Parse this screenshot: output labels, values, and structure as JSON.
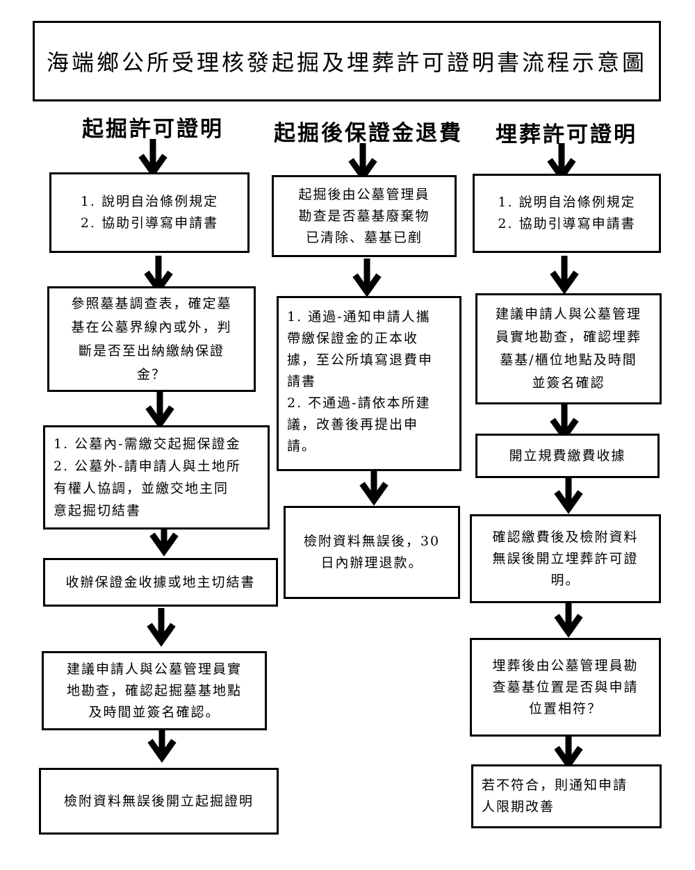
{
  "title": "海端鄉公所受理核發起掘及埋葬許可證明書流程示意圖",
  "columns": [
    {
      "heading": "起掘許可證明",
      "steps": [
        {
          "lines": [
            "1. 說明自治條例規定",
            "2. 協助引導寫申請書"
          ]
        },
        {
          "lines": [
            "參照墓基調查表，確定墓",
            "基在公墓界線內或外，判",
            "斷是否至出納繳納保證",
            "金？"
          ]
        },
        {
          "lines": [
            "1. 公墓內-需繳交起掘保證金",
            "2. 公墓外-請申請人與土地所",
            "有權人協調，並繳交地主同",
            "意起掘切結書"
          ]
        },
        {
          "lines": [
            "收辦保證金收據或地主切結書"
          ]
        },
        {
          "lines": [
            "建議申請人與公墓管理員實",
            "地勘查，確認起掘墓基地點",
            "及時間並簽名確認。"
          ]
        },
        {
          "lines": [
            "檢附資料無誤後開立起掘證明"
          ]
        }
      ]
    },
    {
      "heading": "起掘後保證金退費",
      "steps": [
        {
          "lines": [
            "起掘後由公墓管理員",
            "勘查是否墓基廢棄物",
            "已清除、墓基已剷"
          ]
        },
        {
          "lines": [
            "1. 通過-通知申請人攜",
            "帶繳保證金的正本收",
            "據，至公所填寫退費申",
            "請書",
            "2. 不通過-請依本所建",
            "議，改善後再提出申",
            "請。"
          ]
        },
        {
          "lines": [
            "檢附資料無誤後，30",
            "日內辦理退款。"
          ]
        }
      ]
    },
    {
      "heading": "埋葬許可證明",
      "steps": [
        {
          "lines": [
            "1. 說明自治條例規定",
            "2. 協助引導寫申請書"
          ]
        },
        {
          "lines": [
            "建議申請人與公墓管理",
            "員實地勘查，確認埋葬",
            "墓基/櫃位地點及時間",
            "並簽名確認"
          ]
        },
        {
          "lines": [
            "開立規費繳費收據"
          ]
        },
        {
          "lines": [
            "確認繳費後及檢附資料",
            "無誤後開立埋葬許可證",
            "明。"
          ]
        },
        {
          "lines": [
            "埋葬後由公墓管理員勘",
            "查墓基位置是否與申請",
            "位置相符？"
          ]
        },
        {
          "lines": [
            "若不符合，則通知申請",
            "人限期改善"
          ]
        }
      ]
    }
  ]
}
